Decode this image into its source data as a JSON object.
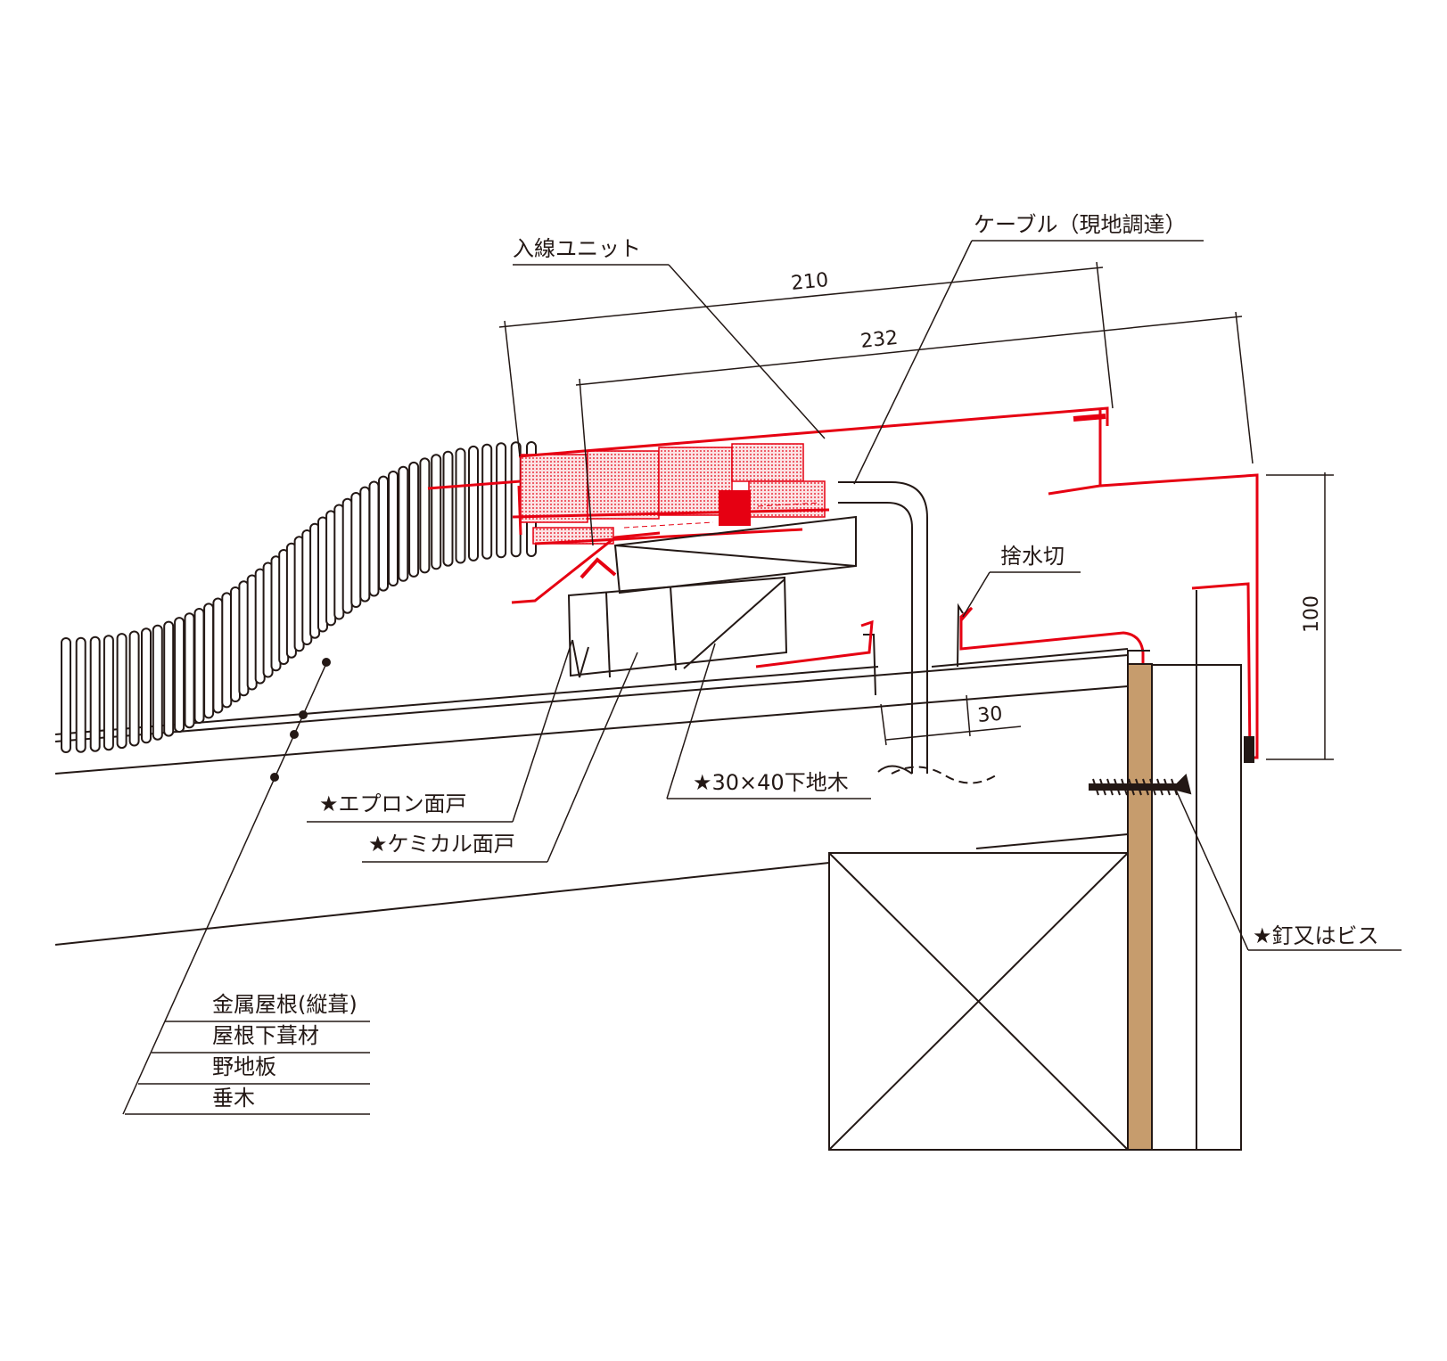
{
  "labels": {
    "inlet_unit": "入線ユニット",
    "cable": "ケーブル（現地調達）",
    "flashing": "捨水切",
    "apron_seal": "★エプロン面戸",
    "chemical_seal": "★ケミカル面戸",
    "furring": "★30×40下地木",
    "nail_screw": "★釘又はビス"
  },
  "layers": [
    "金属屋根(縦葺)",
    "屋根下葺材",
    "野地板",
    "垂木"
  ],
  "dimensions": {
    "d210": "210",
    "d232": "232",
    "d100": "100",
    "d30": "30"
  },
  "colors": {
    "line": "#231815",
    "accent": "#e60012",
    "wood": "#c69c6d"
  }
}
